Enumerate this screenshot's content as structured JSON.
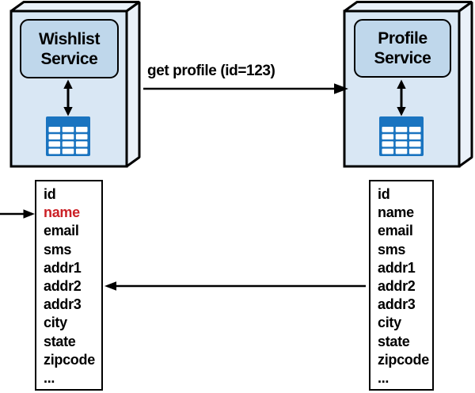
{
  "colors": {
    "outline": "#000000",
    "box_face": "#d9e7f4",
    "box_depth": "#eaf1f9",
    "label_fill": "#bfd7eb",
    "table_blue": "#1a74c0",
    "highlight_red": "#cb2026"
  },
  "services": {
    "wishlist": {
      "name": "Wishlist Service"
    },
    "profile": {
      "name": "Profile Service"
    }
  },
  "icons": {
    "wishlist_storage": "database-table-icon",
    "profile_storage": "database-table-icon"
  },
  "request_arrow": {
    "label": "get profile (id=123)"
  },
  "wishlist_record": {
    "fields": [
      "id",
      "name",
      "email",
      "sms",
      "addr1",
      "addr2",
      "addr3",
      "city",
      "state",
      "zipcode",
      "..."
    ],
    "highlighted_field": "name"
  },
  "profile_record": {
    "fields": [
      "id",
      "name",
      "email",
      "sms",
      "addr1",
      "addr2",
      "addr3",
      "city",
      "state",
      "zipcode",
      "..."
    ]
  }
}
